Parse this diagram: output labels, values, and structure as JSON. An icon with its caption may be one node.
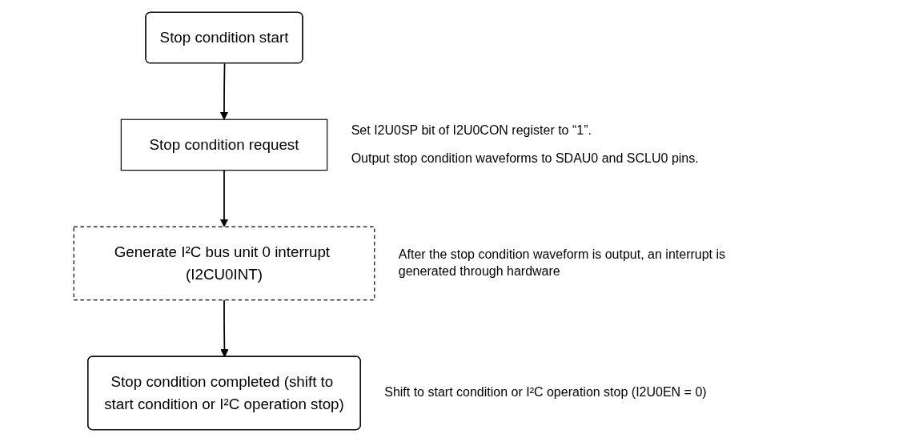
{
  "diagram": {
    "nodes": [
      {
        "text": [
          "Stop condition start"
        ]
      },
      {
        "text": [
          "Stop condition request"
        ],
        "beside": [
          "Set I2U0SP bit of I2U0CON register to “1”.",
          "Output stop condition waveforms to SDAU0 and SCLU0 pins."
        ]
      },
      {
        "text": [
          "Generate I²C bus unit 0 interrupt (I2CU0INT)"
        ],
        "beside": [
          "After the stop condition waveform is output, an interrupt is generated through hardware"
        ]
      },
      {
        "text": [
          "Stop condition completed (shift to start condition or I²C operation stop)"
        ],
        "beside": [
          "Shift to start condition or I²C operation stop (I2U0EN = 0)"
        ]
      }
    ],
    "edges": [
      {
        "from": 0,
        "to": 1,
        "arrow": "to"
      },
      {
        "from": 1,
        "to": 2,
        "arrow": "to"
      },
      {
        "from": 2,
        "to": 3,
        "arrow": "to"
      }
    ]
  }
}
